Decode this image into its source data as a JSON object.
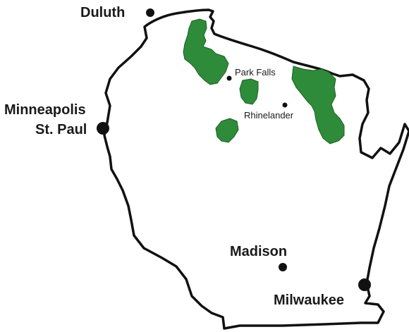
{
  "map": {
    "colors": {
      "outline": "#111111",
      "forest": "#2e8b3a",
      "city_marker": "#111111",
      "background": "#ffffff"
    },
    "cities": {
      "duluth": "Duluth",
      "minneapolis": "Minneapolis",
      "st_paul": "St. Paul",
      "park_falls": "Park Falls",
      "rhinelander": "Rhinelander",
      "madison": "Madison",
      "milwaukee": "Milwaukee"
    }
  }
}
